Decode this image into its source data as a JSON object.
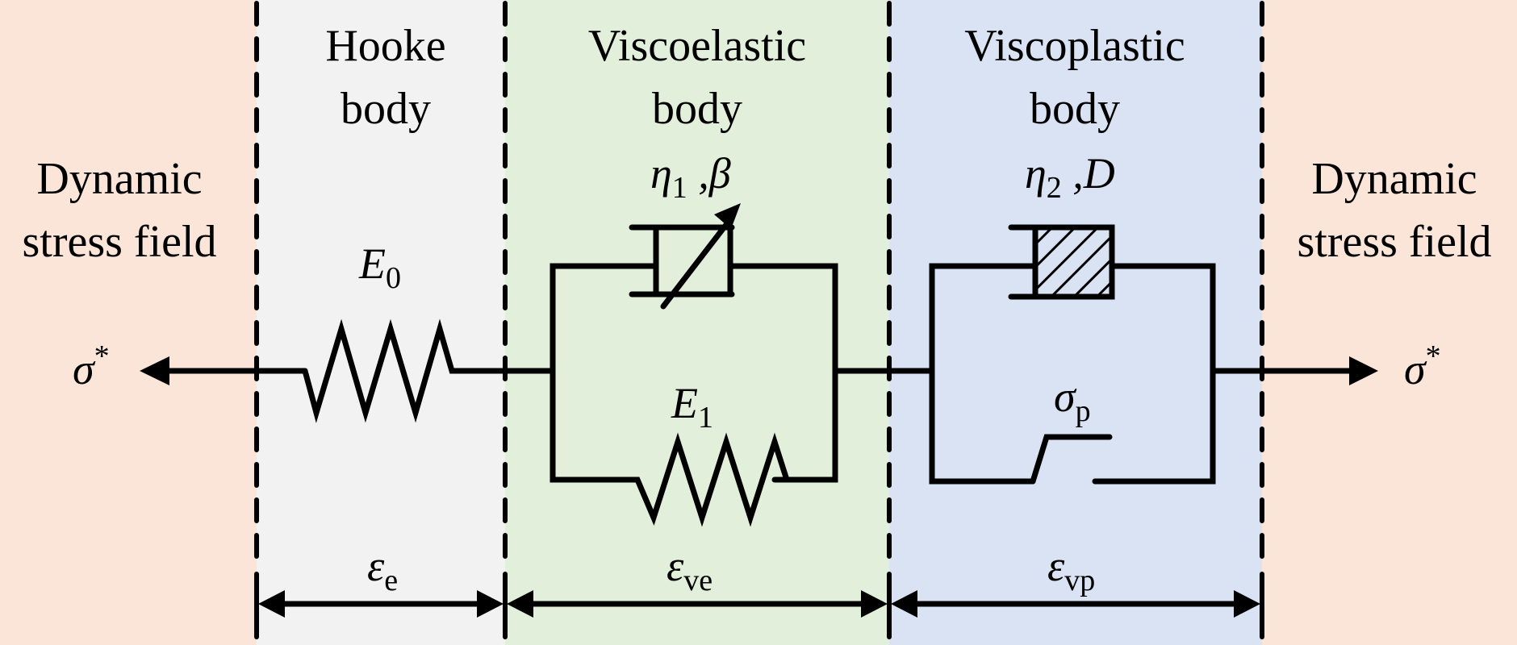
{
  "figure": {
    "type": "rheological-model",
    "colors": {
      "outer_field": "#fbe5d8",
      "hooke_region": "#f2f2f2",
      "viscoelastic_region": "#e2efda",
      "viscoplastic_region": "#d9e3f4",
      "line": "#000000"
    }
  },
  "left_field": {
    "line1": "Dynamic",
    "line2": "stress field",
    "stress_symbol": "σ",
    "stress_sup": "*"
  },
  "right_field": {
    "line1": "Dynamic",
    "line2": "stress field",
    "stress_symbol": "σ",
    "stress_sup": "*"
  },
  "regions": [
    {
      "id": "hooke",
      "title_line1": "Hooke",
      "title_line2": "body",
      "element": "spring",
      "param_symbol": "E",
      "param_sub": "0",
      "strain_symbol": "ε",
      "strain_sub": "e"
    },
    {
      "id": "viscoelastic",
      "title_line1": "Viscoelastic",
      "title_line2": "body",
      "element": "variable-dashpot parallel spring",
      "dashpot_symbol": "η",
      "dashpot_sub": "1",
      "dashpot_extra": " ,β",
      "spring_symbol": "E",
      "spring_sub": "1",
      "strain_symbol": "ε",
      "strain_sub": "ve"
    },
    {
      "id": "viscoplastic",
      "title_line1": "Viscoplastic",
      "title_line2": "body",
      "element": "damage-dashpot parallel slider",
      "dashpot_symbol": "η",
      "dashpot_sub": "2",
      "dashpot_extra": " ,D",
      "slider_symbol": "σ",
      "slider_sub": "p",
      "strain_symbol": "ε",
      "strain_sub": "vp"
    }
  ]
}
